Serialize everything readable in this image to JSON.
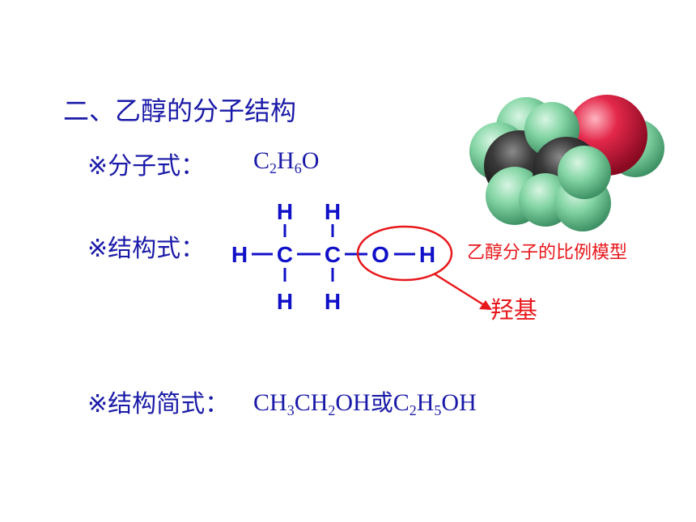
{
  "slide": {
    "heading": "二、乙醇的分子结构",
    "molecular": {
      "label": "※分子式：",
      "c": "C",
      "c_sub": "2",
      "h": "H",
      "h_sub": "6",
      "o": "O"
    },
    "structural": {
      "label": "※结构式：",
      "atoms": {
        "h_top_1": "H",
        "h_top_2": "H",
        "h_left": "H",
        "c1": "C",
        "c2": "C",
        "o": "O",
        "h_right": "H",
        "h_bottom_1": "H",
        "h_bottom_2": "H"
      }
    },
    "condensed": {
      "label": "※结构简式：",
      "part1": "CH",
      "sub1": "3",
      "part2": "CH",
      "sub2": "2",
      "part3": "OH",
      "connector": "或",
      "part4": "C",
      "sub4": "2",
      "part5": "H",
      "sub5": "5",
      "part6": "OH"
    },
    "model_label": "乙醇分子的比例模型",
    "group_label": "羟基"
  },
  "colors": {
    "text_blue": "#1a1aa8",
    "bond_blue": "#1010c8",
    "accent_red": "#e8171b",
    "hydrogen_green": "#7fd3a0",
    "carbon_black": "#2a2a2a",
    "oxygen_red": "#d61a3c"
  }
}
